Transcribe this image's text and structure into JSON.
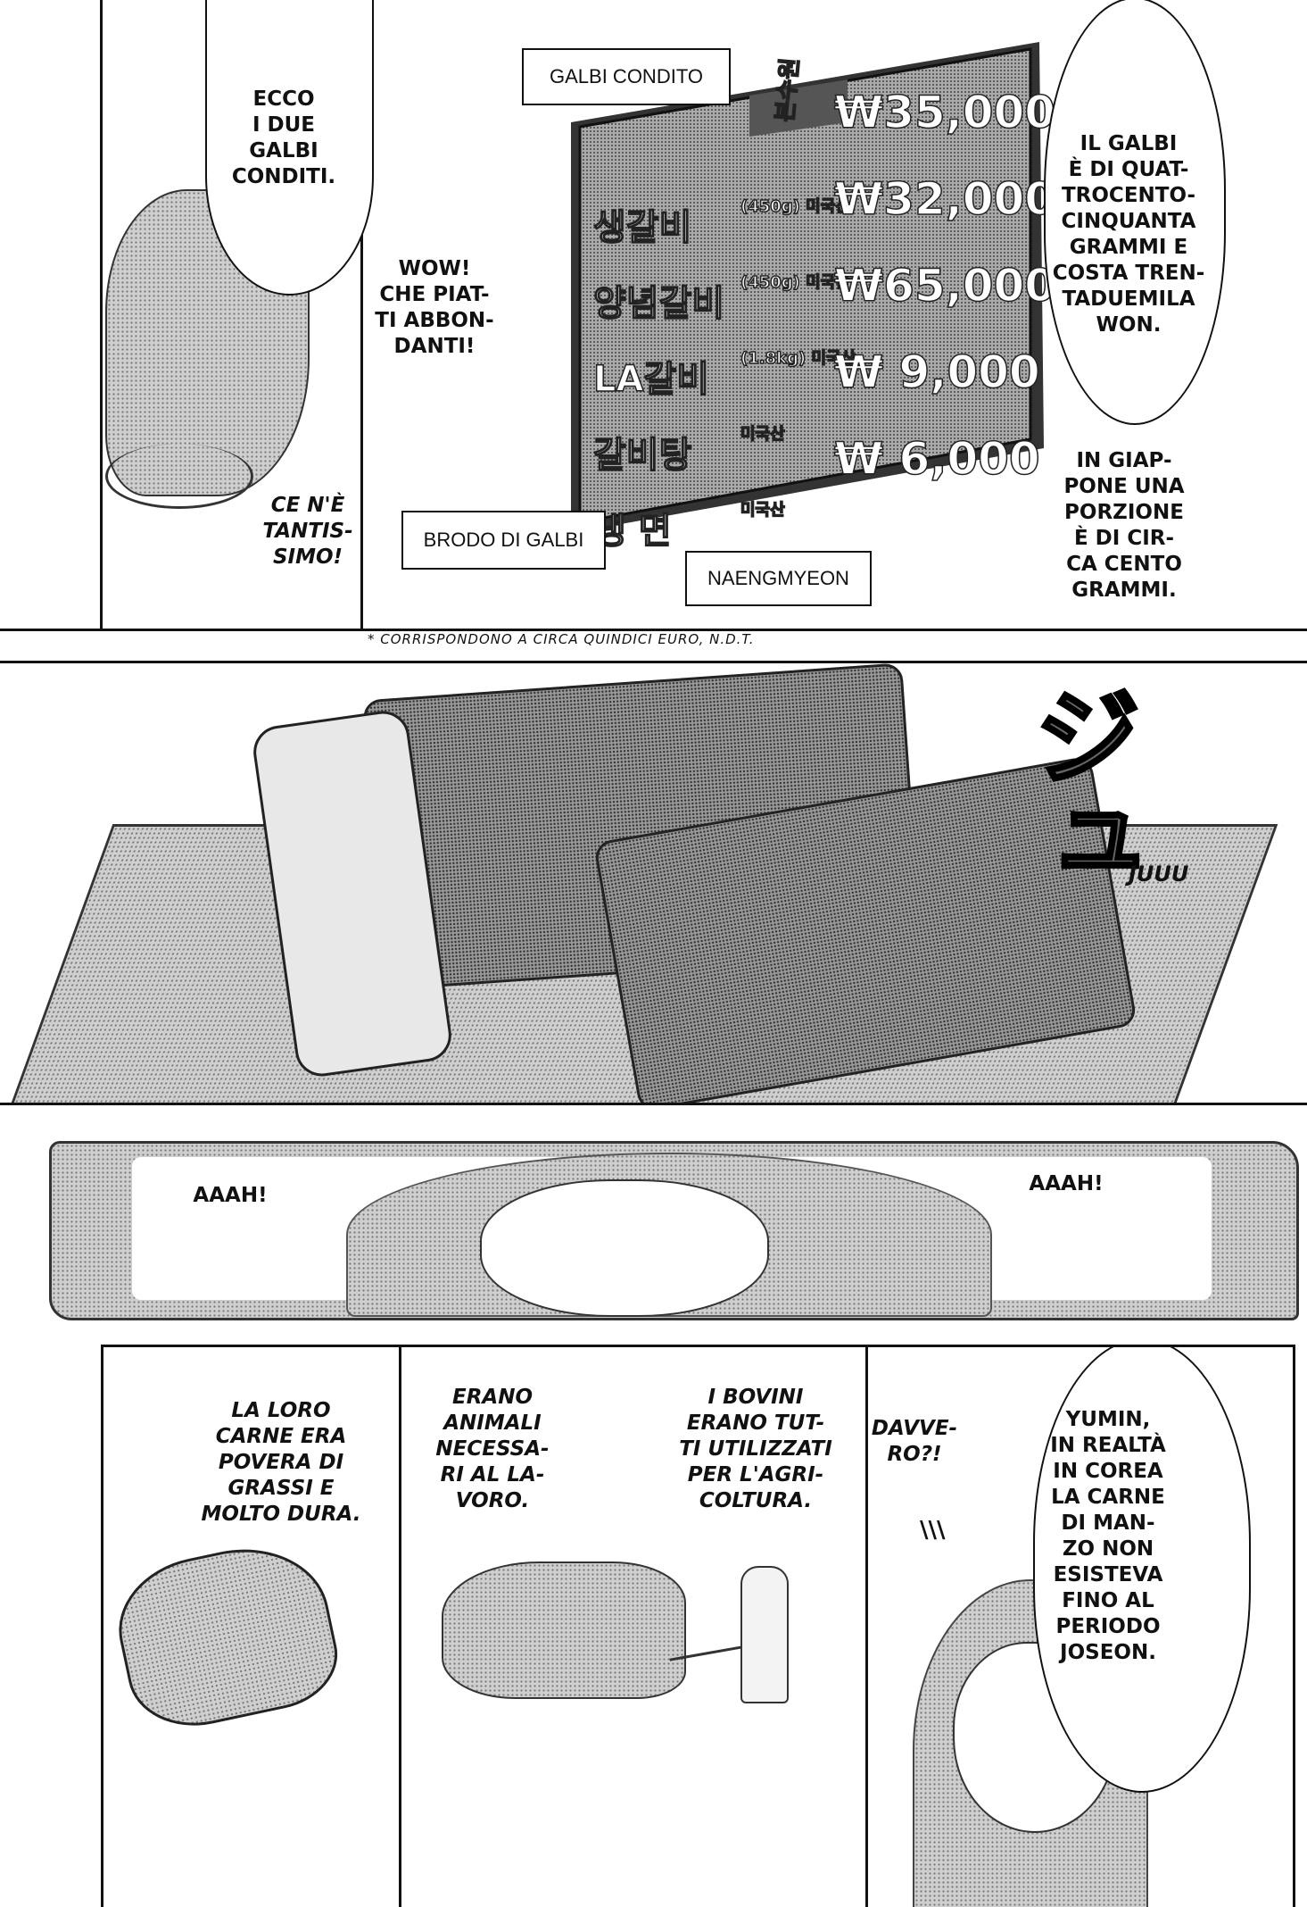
{
  "panel1": {
    "left_bubble": "Ecco\ni due\ngalbi\nconditi.",
    "wow_bubble": "Wow!\nChe piat-\nti abbon-\ndanti!",
    "shout": "Ce n'è\ntantis-\nsimo!",
    "labels": {
      "galbi_condito": "GALBI CONDITO",
      "brodo": "BRODO DI GALBI",
      "naengmyeon": "NAENGMYEON"
    },
    "menu_board": {
      "header": "본수원",
      "items": [
        {
          "name": "생갈비",
          "note": "(450g) 미국산",
          "price": "₩35,000"
        },
        {
          "name": "양념갈비",
          "note": "(450g) 미국산",
          "price": "₩32,000"
        },
        {
          "name": "LA갈비",
          "note": "(1.8kg) 미국산",
          "price": "₩65,000"
        },
        {
          "name": "갈비탕",
          "note": "미국산",
          "price": "₩ 9,000"
        },
        {
          "name": "냉 면",
          "note": "미국산",
          "price": "₩ 6,000"
        }
      ]
    },
    "right_bubble": "Il galbi\nè di quat-\ntrocento-\ncinquanta\ngrammi e\ncosta tren-\ntaduemila\nwon.",
    "right_text": "In giap-\npone una\nporzione\nè di cir-\nca cento\ngrammi."
  },
  "footnote": "* CORRISPONDONO A CIRCA QUINDICI EURO, N.D.T.",
  "panel2": {
    "sfx_jp": "ジュ",
    "sfx": "JUUU"
  },
  "panel3": {
    "left": "AAAH!",
    "right": "AAAH!"
  },
  "panel4": {
    "meat_text": "La loro\ncarne era\npovera di\ngrassi e\nmolto dura.",
    "animals_text": "Erano\nanimali\nnecessa-\nri al la-\nvoro.",
    "bovini_text": "I bovini\nerano tut-\nti utilizzati\nper l'agri-\ncoltura.",
    "davvero": "Davve-\nro?!",
    "yumin_bubble": "Yumin,\nin realtà\nin Corea\nla carne\ndi man-\nzo non\nesisteva\nfino al\nperiodo\nJoseon."
  }
}
